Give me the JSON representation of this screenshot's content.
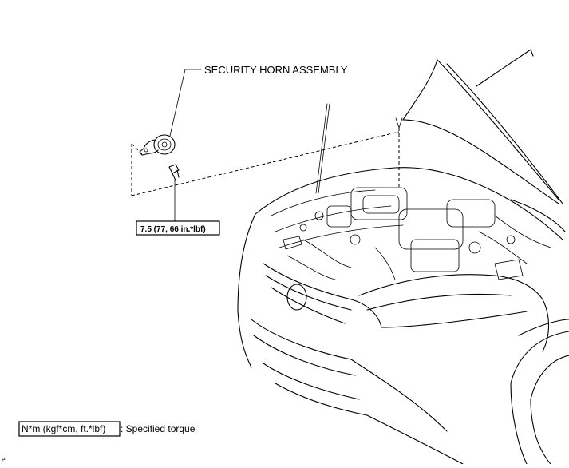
{
  "diagram": {
    "part_label": "SECURITY HORN ASSEMBLY",
    "torque_value": "7.5 (77, 66 in.*lbf)",
    "legend": {
      "unit_box": "N*m (kgf*cm, ft.*lbf)",
      "description": ": Specified torque"
    },
    "corner_mark": "P"
  }
}
